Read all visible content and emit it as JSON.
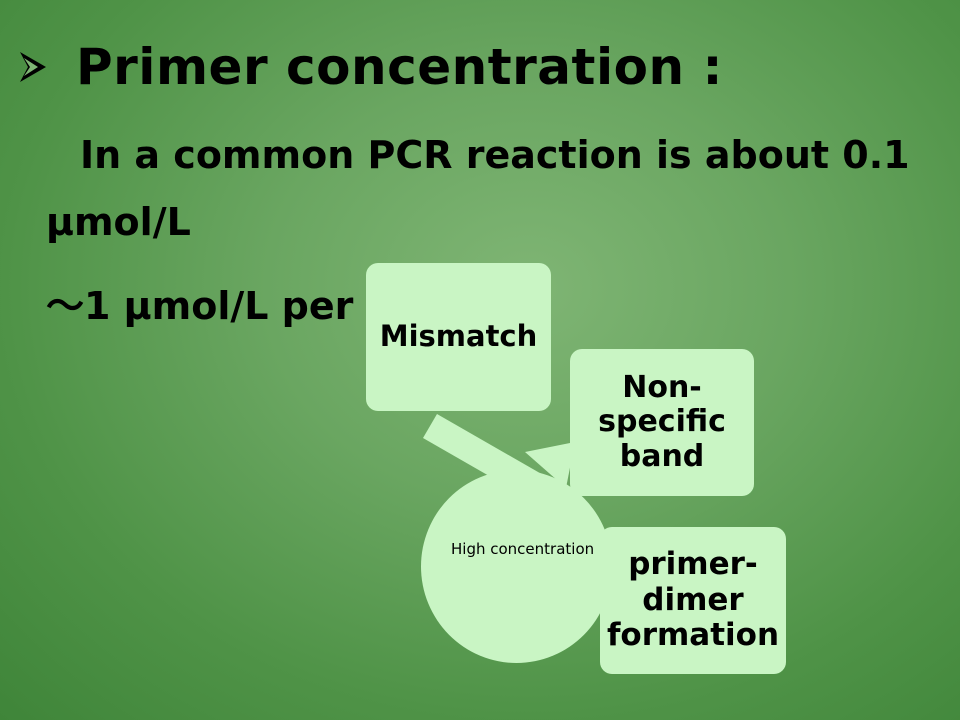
{
  "heading": {
    "bullet_icon": "arrow-bullet-icon",
    "text": "Primer concentration :"
  },
  "body_lines": [
    "In a common PCR reaction is about 0.1",
    "μmol/L",
    "～1 μmol/L per primer"
  ],
  "diagram": {
    "center": "High concentration",
    "boxes": [
      "Mismatch",
      "Non-specific band",
      "primer-dimer formation"
    ],
    "fill_color": "#c9f5c4"
  },
  "background_color": "#6aa661"
}
